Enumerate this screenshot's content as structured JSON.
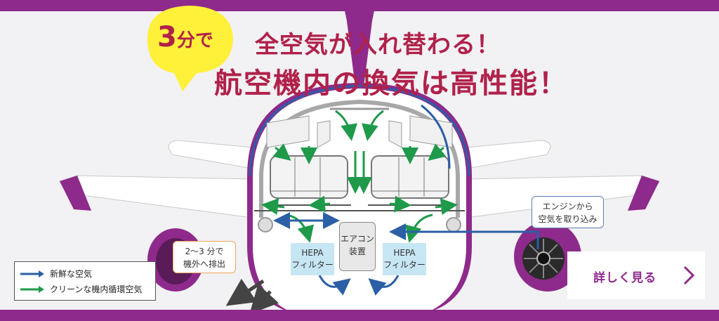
{
  "headline": {
    "bubble_number": "3",
    "bubble_text": "分で",
    "line1": "全空気が入れ替わる！",
    "line2": "航空機内の換気は高性能！"
  },
  "diagram": {
    "hepa_left": [
      "HEPA",
      "フィルター"
    ],
    "hepa_right": [
      "HEPA",
      "フィルター"
    ],
    "aircon": [
      "エアコン",
      "装置"
    ],
    "exhaust_callout": [
      "2〜3 分で",
      "機外へ排出"
    ],
    "intake_callout": [
      "エンジンから",
      "空気を取り込み"
    ]
  },
  "legend": {
    "fresh_air": "新鮮な空気",
    "clean_air": "クリーンな機内循環空気"
  },
  "more_button": {
    "label": "詳しく見る",
    "chevron": ">"
  },
  "colors": {
    "brand_purple": "#8e2a8b",
    "headline_red": "#b0214a",
    "fresh_air_blue": "#2b5fa6",
    "clean_air_green": "#1e9a4a",
    "bubble_yellow": "#fff03a",
    "hepa_blue": "#c7e6f4"
  }
}
